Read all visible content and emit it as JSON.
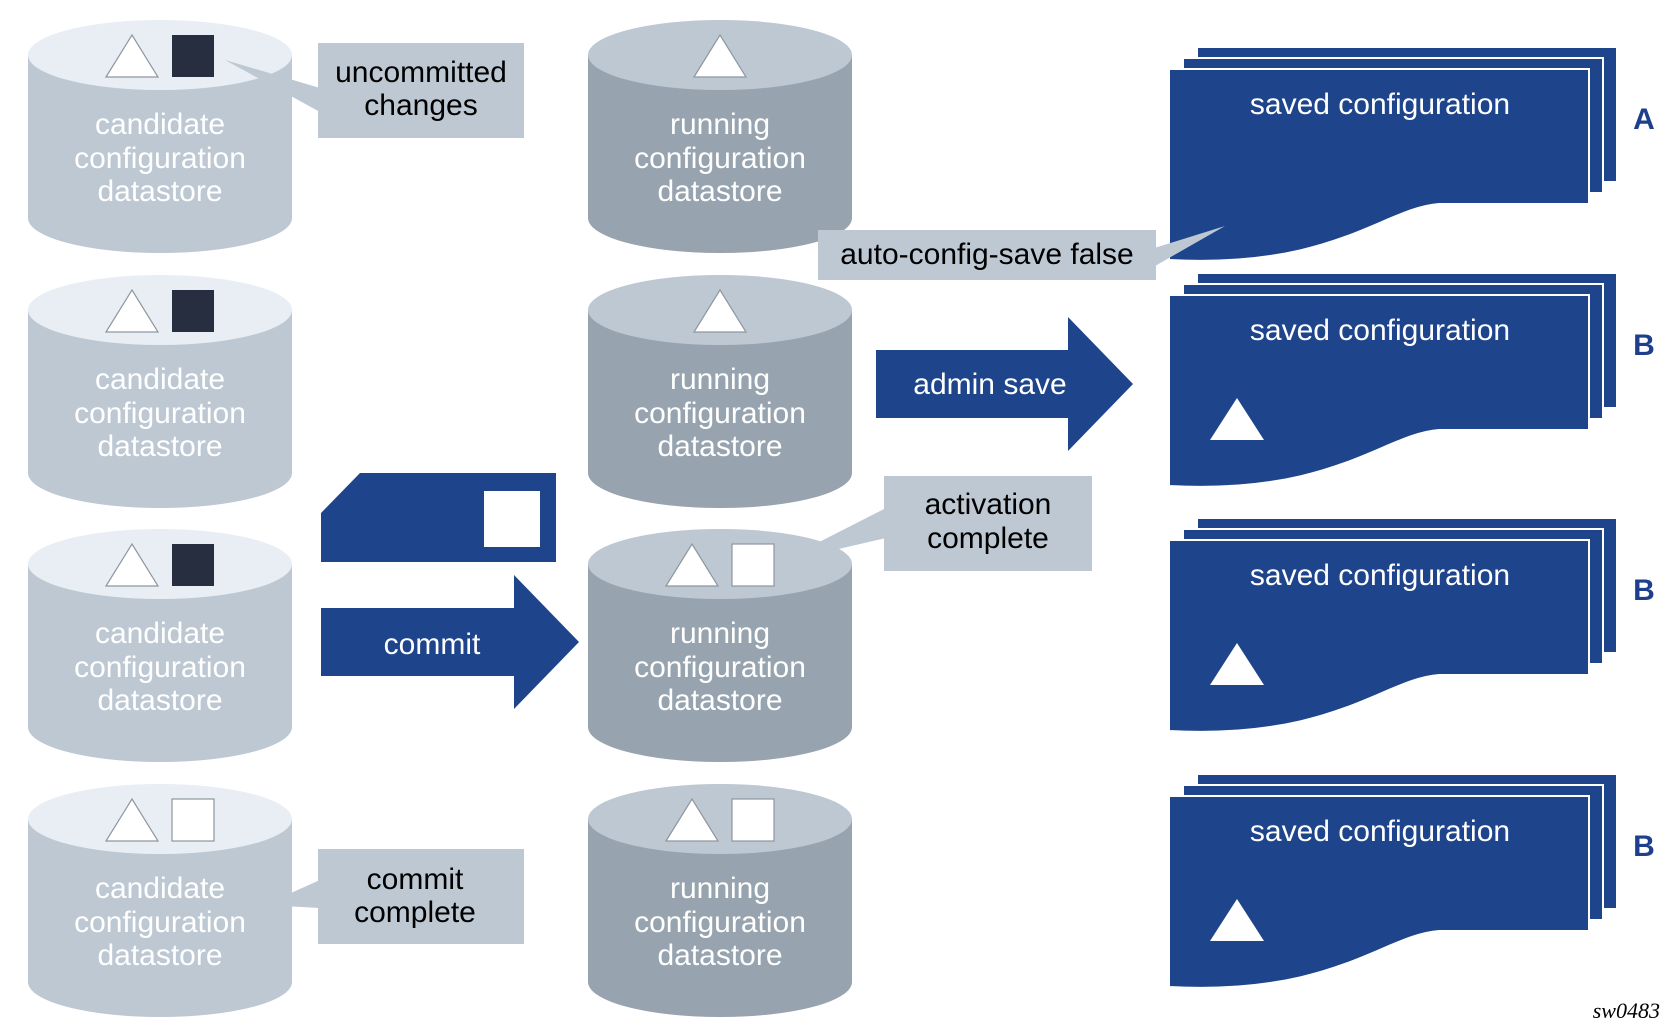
{
  "colors": {
    "candidate_body": "#bdc8d3",
    "candidate_top": "#e8eef4",
    "running_body": "#97a3ae",
    "running_top": "#bdc8d3",
    "callout_bg": "#bdc8d3",
    "brand_blue": "#1e448c",
    "dark_square": "#262e40"
  },
  "icons": [
    "triangle-icon",
    "filled-square-icon",
    "empty-square-icon",
    "document-stack-icon",
    "arrow-icon",
    "sd-card-icon"
  ],
  "rows": [
    {
      "candidate": {
        "line1": "candidate",
        "line2": "configuration",
        "line3": "datastore",
        "square": "filled"
      },
      "running": {
        "line1": "running",
        "line2": "configuration",
        "line3": "datastore",
        "square": "none"
      },
      "saved": {
        "label": "saved configuration",
        "letter": "A",
        "triangle": false
      }
    },
    {
      "candidate": {
        "line1": "candidate",
        "line2": "configuration",
        "line3": "datastore",
        "square": "filled"
      },
      "running": {
        "line1": "running",
        "line2": "configuration",
        "line3": "datastore",
        "square": "none"
      },
      "saved": {
        "label": "saved configuration",
        "letter": "B",
        "triangle": true
      }
    },
    {
      "candidate": {
        "line1": "candidate",
        "line2": "configuration",
        "line3": "datastore",
        "square": "filled"
      },
      "running": {
        "line1": "running",
        "line2": "configuration",
        "line3": "datastore",
        "square": "empty"
      },
      "saved": {
        "label": "saved configuration",
        "letter": "B",
        "triangle": true
      }
    },
    {
      "candidate": {
        "line1": "candidate",
        "line2": "configuration",
        "line3": "datastore",
        "square": "empty"
      },
      "running": {
        "line1": "running",
        "line2": "configuration",
        "line3": "datastore",
        "square": "empty"
      },
      "saved": {
        "label": "saved configuration",
        "letter": "B",
        "triangle": true
      }
    }
  ],
  "callouts": {
    "uncommitted": {
      "line1": "uncommitted",
      "line2": "changes"
    },
    "auto_config_save": {
      "line1": "auto-config-save false"
    },
    "activation": {
      "line1": "activation",
      "line2": "complete"
    },
    "commit_complete": {
      "line1": "commit",
      "line2": "complete"
    }
  },
  "arrows": {
    "admin_save": "admin save",
    "commit": "commit"
  },
  "figure_ref": "sw0483"
}
